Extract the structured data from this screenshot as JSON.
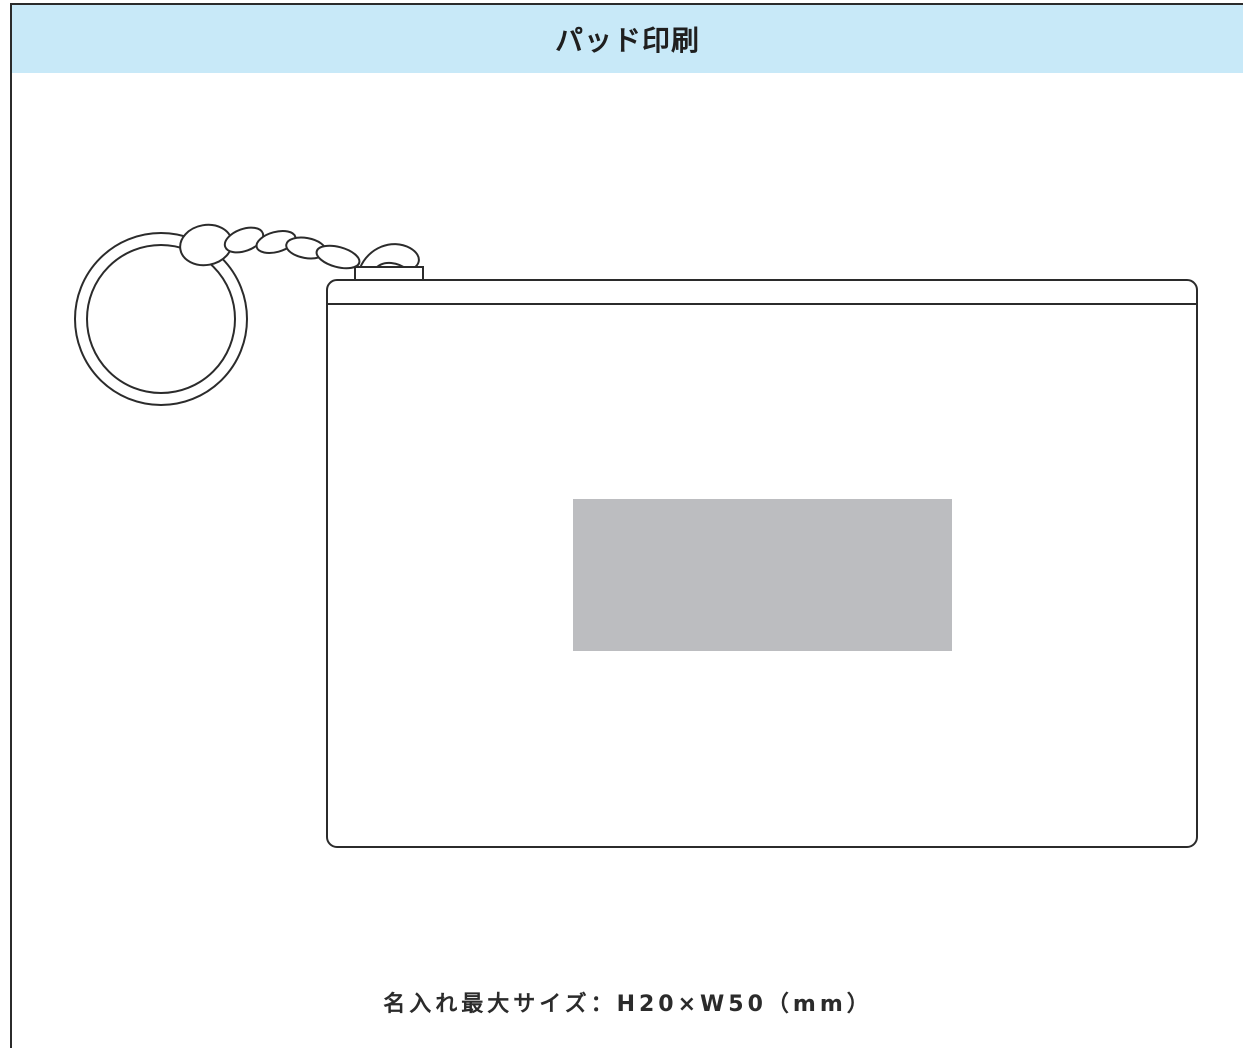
{
  "header": {
    "title": "パッド印刷"
  },
  "caption": {
    "text": "名入れ最大サイズ：H20×W50（mm）"
  },
  "colors": {
    "header_band": "#c8e9f8",
    "print_area": "#bcbdc0",
    "line": "#2b2b2b"
  },
  "icons": {
    "keyring": "key-ring-icon",
    "chain": "twisted-cord-icon",
    "pouch": "pouch-outline"
  }
}
